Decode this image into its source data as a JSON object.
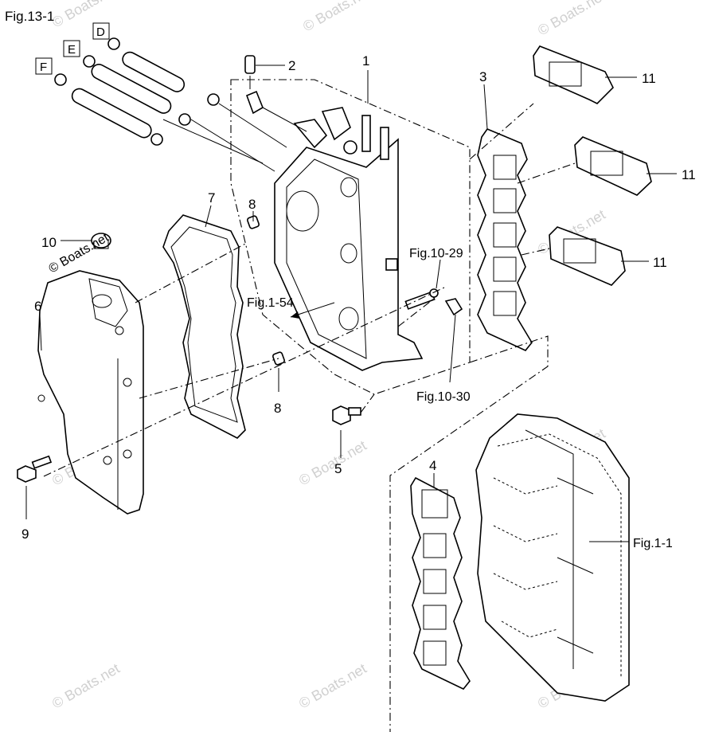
{
  "figure": {
    "title": "Fig.13-1",
    "boxes": [
      "D",
      "E",
      "F"
    ],
    "callouts": [
      "1",
      "2",
      "3",
      "4",
      "5",
      "6",
      "7",
      "8",
      "8",
      "9",
      "10",
      "11",
      "11",
      "11"
    ],
    "references": [
      "Fig.10-29",
      "Fig.1-54",
      "Fig.10-30",
      "Fig.1-1"
    ]
  },
  "watermark": {
    "text": "© Boats.net",
    "large_text": "© Boats.net"
  }
}
